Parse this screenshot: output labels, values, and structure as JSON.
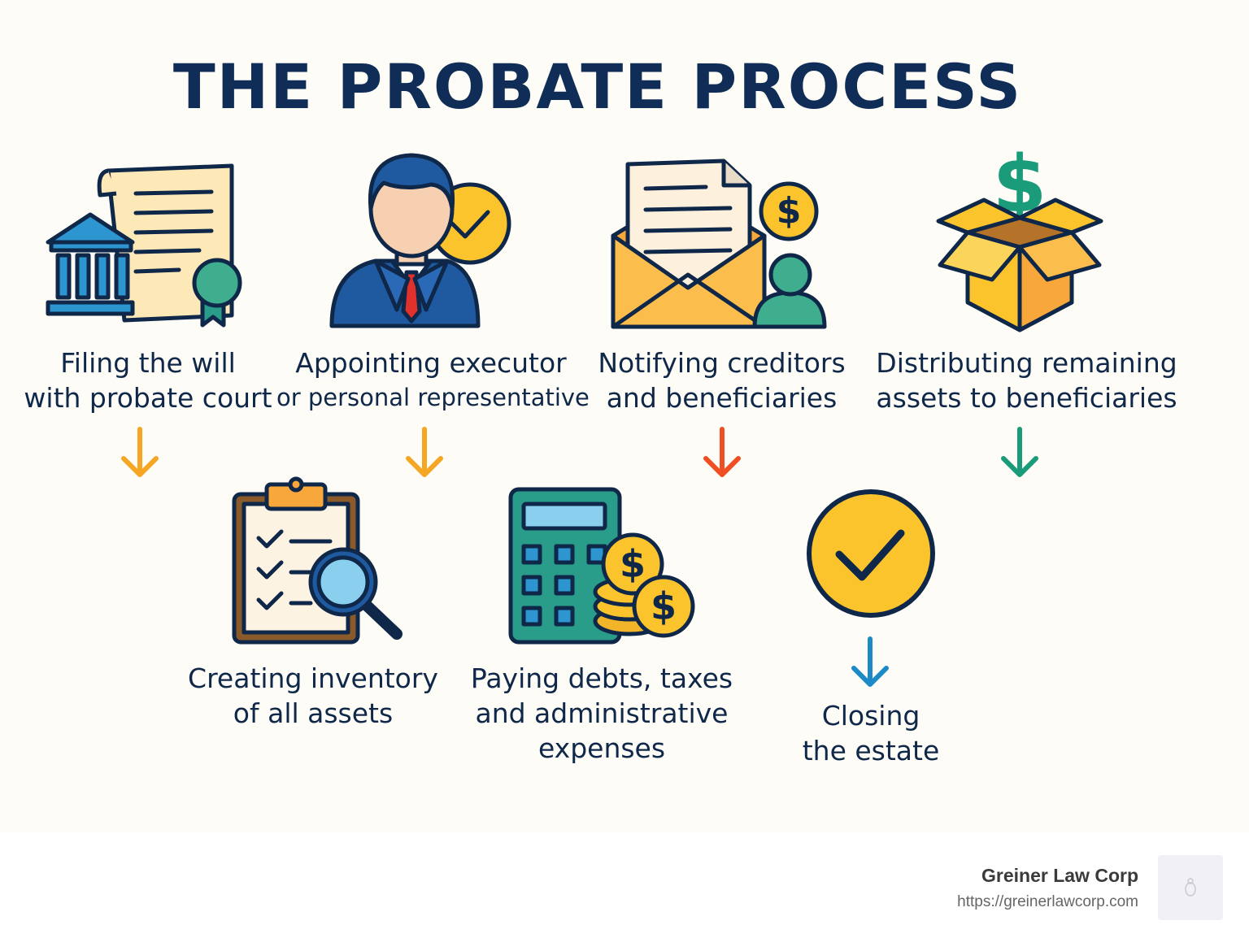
{
  "title": "THE PROBATE PROCESS",
  "steps": [
    {
      "lines": [
        "Filing the will",
        "with probate court"
      ],
      "icon": "court-document-icon"
    },
    {
      "lines": [
        "Appointing executor",
        "or personal representative"
      ],
      "icon": "executor-icon"
    },
    {
      "lines": [
        "Notifying creditors",
        "and beneficiaries"
      ],
      "icon": "envelope-notice-icon"
    },
    {
      "lines": [
        "Distributing remaining",
        "assets to beneficiaries"
      ],
      "icon": "box-dollar-icon"
    },
    {
      "lines": [
        "Creating inventory",
        "of all assets"
      ],
      "icon": "clipboard-search-icon"
    },
    {
      "lines": [
        "Paying debts, taxes",
        "and administrative",
        "expenses"
      ],
      "icon": "calculator-coins-icon"
    },
    {
      "lines": [
        "Closing",
        "the estate"
      ],
      "icon": "checkmark-circle-icon"
    }
  ],
  "colors": {
    "navy": "#0f2d56",
    "orange": "#f5a623",
    "red": "#f04e23",
    "green": "#1a9b7a",
    "blue": "#1d8ac8",
    "yellow": "#fbc42d"
  },
  "footer": {
    "brand": "Greiner Law Corp",
    "url": "https://greinerlawcorp.com"
  }
}
